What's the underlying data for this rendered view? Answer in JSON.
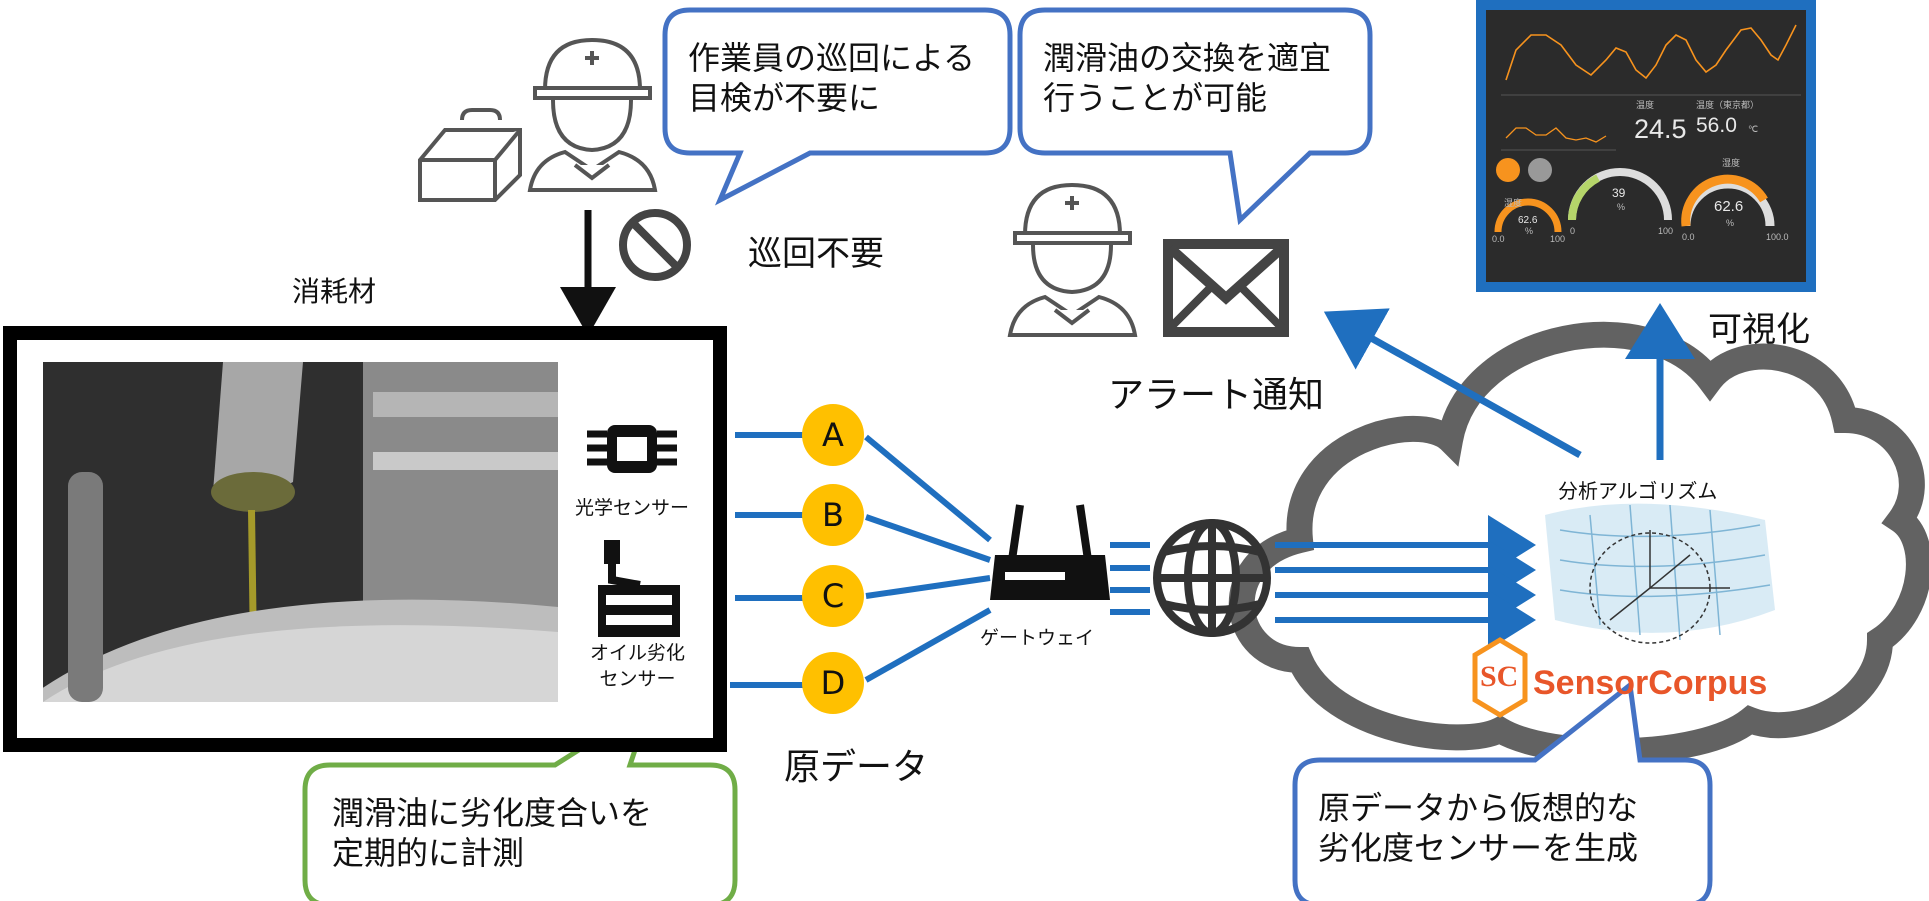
{
  "bubbles": {
    "patrol": "作業員の巡回による\n目検が不要に",
    "oil_change": "潤滑油の交換を適宜\n行うことが可能",
    "measure": "潤滑油に劣化度合いを\n定期的に計測",
    "virtual_sensor": "原データから仮想的な\n劣化度センサーを生成"
  },
  "labels": {
    "no_patrol": "巡回不要",
    "consumable": "消耗材",
    "alert": "アラート通知",
    "visualization": "可視化",
    "raw_data": "原データ",
    "gateway": "ゲートウェイ",
    "algorithm": "分析アルゴリズム",
    "optical_sensor": "光学センサー",
    "oil_sensor": "オイル劣化\nセンサー",
    "brand": "SensorCorpus",
    "brand_mark": "SC"
  },
  "channels": [
    "A",
    "B",
    "C",
    "D"
  ],
  "dashboard": {
    "value1_label": "温度",
    "value1": "24.5",
    "value2_label": "温度（東京都）",
    "value2": "56.0",
    "value2_unit": "℃",
    "gauge_center_value": "39",
    "gauge_center_unit": "%",
    "gauge_center_min": "0",
    "gauge_center_max": "100",
    "gauge_left_label": "湿度",
    "gauge_left_value": "62.6",
    "gauge_left_unit": "%",
    "gauge_left_min": "0.0",
    "gauge_left_max": "100",
    "gauge_right_label": "湿度",
    "gauge_right_value": "62.6",
    "gauge_right_unit": "%",
    "gauge_right_min": "0.0",
    "gauge_right_max": "100.0"
  },
  "colors": {
    "bubble_blue": "#4472c4",
    "bubble_green": "#70ad47",
    "line_blue": "#1f6fbf",
    "node_yellow": "#ffc000",
    "brand_orange": "#e8562a",
    "dashboard_frame": "#1f6fbf",
    "gauge_orange": "#f7931e",
    "gauge_green": "#b5d56a"
  }
}
